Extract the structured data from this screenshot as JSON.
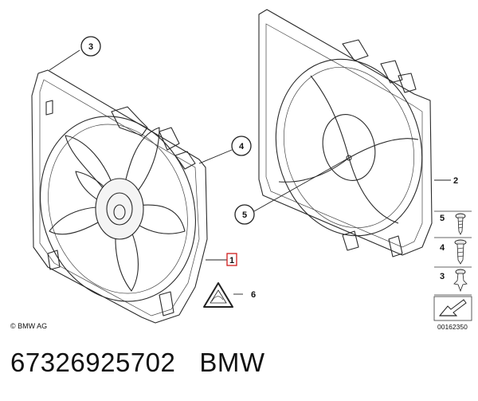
{
  "callouts": [
    "3",
    "4",
    "5",
    "2",
    "1",
    "6"
  ],
  "legend": [
    "5",
    "4",
    "3"
  ],
  "copyright": "© BMW AG",
  "diagram_number": "00162350",
  "caption": {
    "part_number": "67326925702",
    "brand": "BMW"
  },
  "colors": {
    "highlight": "#d01c1c",
    "line": "#2a2a2a"
  }
}
